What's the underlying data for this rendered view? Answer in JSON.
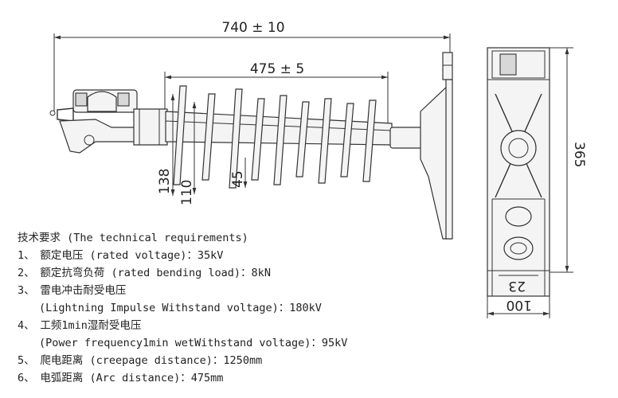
{
  "dimensions": {
    "overall_length": "740 ± 10",
    "insulation_length": "475 ± 5",
    "shed_138": "138",
    "shed_110": "110",
    "shed_45": "45",
    "height_365": "365",
    "base_23": "23",
    "base_100": "100"
  },
  "requirements": [
    "技术要求 (The technical requirements)",
    "1、　额定电压 (rated voltage)：35kV",
    "2、　额定抗弯负荷 (rated bending load)：8kN",
    "3、　雷电冲击耐受电压",
    "　　(Lightning Impulse Withstand voltage)：180kV",
    "4、　工频1min湿耐受电压",
    "　　(Power frequency1min wetWithstand voltage)：95kV",
    "5、　爬电距离 (creepage distance)：1250mm",
    "6、　电弧距离 (Arc distance)：475mm"
  ]
}
